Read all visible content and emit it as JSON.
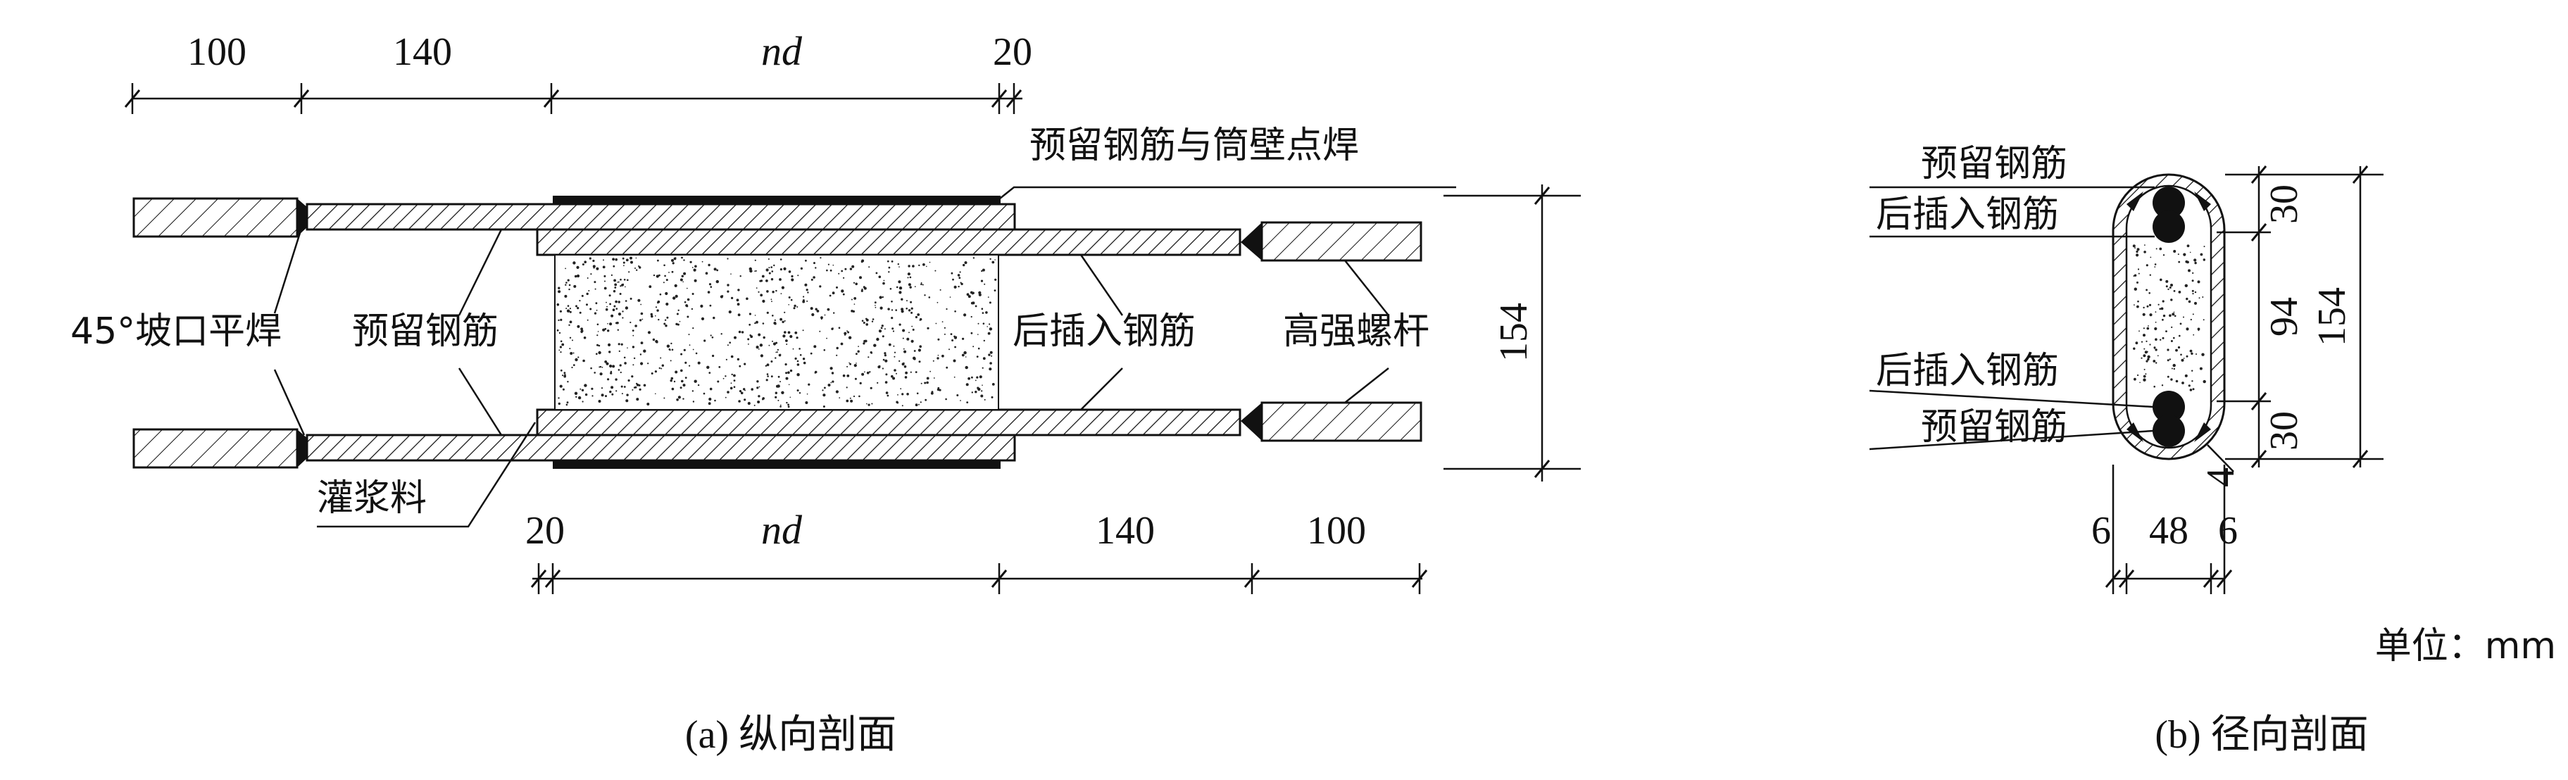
{
  "longitudinal": {
    "dim_top": [
      "100",
      "140",
      "nd",
      "20"
    ],
    "dim_bottom": [
      "20",
      "nd",
      "140",
      "100"
    ],
    "dim_right": "154",
    "label_weld_spot": "预留钢筋与筒壁点焊",
    "label_bevel_weld": "45°坡口平焊",
    "label_reserved_bar": "预留钢筋",
    "label_inserted_bar": "后插入钢筋",
    "label_bolt": "高强螺杆",
    "label_grout": "灌浆料",
    "caption": "(a) 纵向剖面"
  },
  "radial": {
    "label_reserved_top": "预留钢筋",
    "label_inserted_top": "后插入钢筋",
    "label_inserted_bottom": "后插入钢筋",
    "label_reserved_bottom": "预留钢筋",
    "dim_inner": [
      "30",
      "94",
      "30"
    ],
    "dim_outer": "154",
    "dim_wall": "4",
    "dim_width": [
      "6",
      "48",
      "6"
    ],
    "caption": "(b) 径向剖面"
  },
  "unit_label": "单位：mm"
}
